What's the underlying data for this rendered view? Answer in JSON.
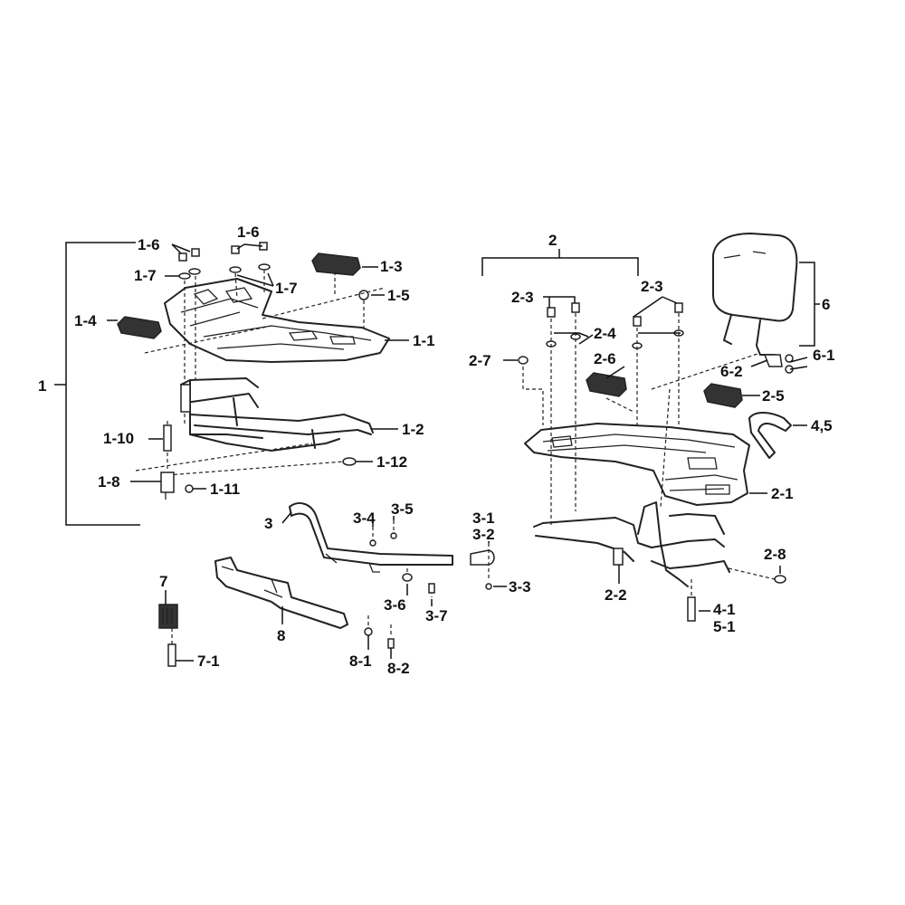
{
  "labels": {
    "l1": "1",
    "l1_1": "1-1",
    "l1_2": "1-2",
    "l1_3": "1-3",
    "l1_4": "1-4",
    "l1_5": "1-5",
    "l1_6a": "1-6",
    "l1_6b": "1-6",
    "l1_7a": "1-7",
    "l1_7b": "1-7",
    "l1_8": "1-8",
    "l1_10": "1-10",
    "l1_11": "1-11",
    "l1_12": "1-12",
    "l2": "2",
    "l2_1": "2-1",
    "l2_2": "2-2",
    "l2_3a": "2-3",
    "l2_3b": "2-3",
    "l2_4": "2-4",
    "l2_5": "2-5",
    "l2_6": "2-6",
    "l2_7": "2-7",
    "l2_8": "2-8",
    "l3": "3",
    "l3_1": "3-1",
    "l3_2": "3-2",
    "l3_3": "3-3",
    "l3_4": "3-4",
    "l3_5": "3-5",
    "l3_6": "3-6",
    "l3_7": "3-7",
    "l4_1": "4-1",
    "l4_5": "4,5",
    "l5_1": "5-1",
    "l6": "6",
    "l6_1": "6-1",
    "l6_2": "6-2",
    "l7": "7",
    "l7_1": "7-1",
    "l8": "8",
    "l8_1": "8-1",
    "l8_2": "8-2"
  }
}
